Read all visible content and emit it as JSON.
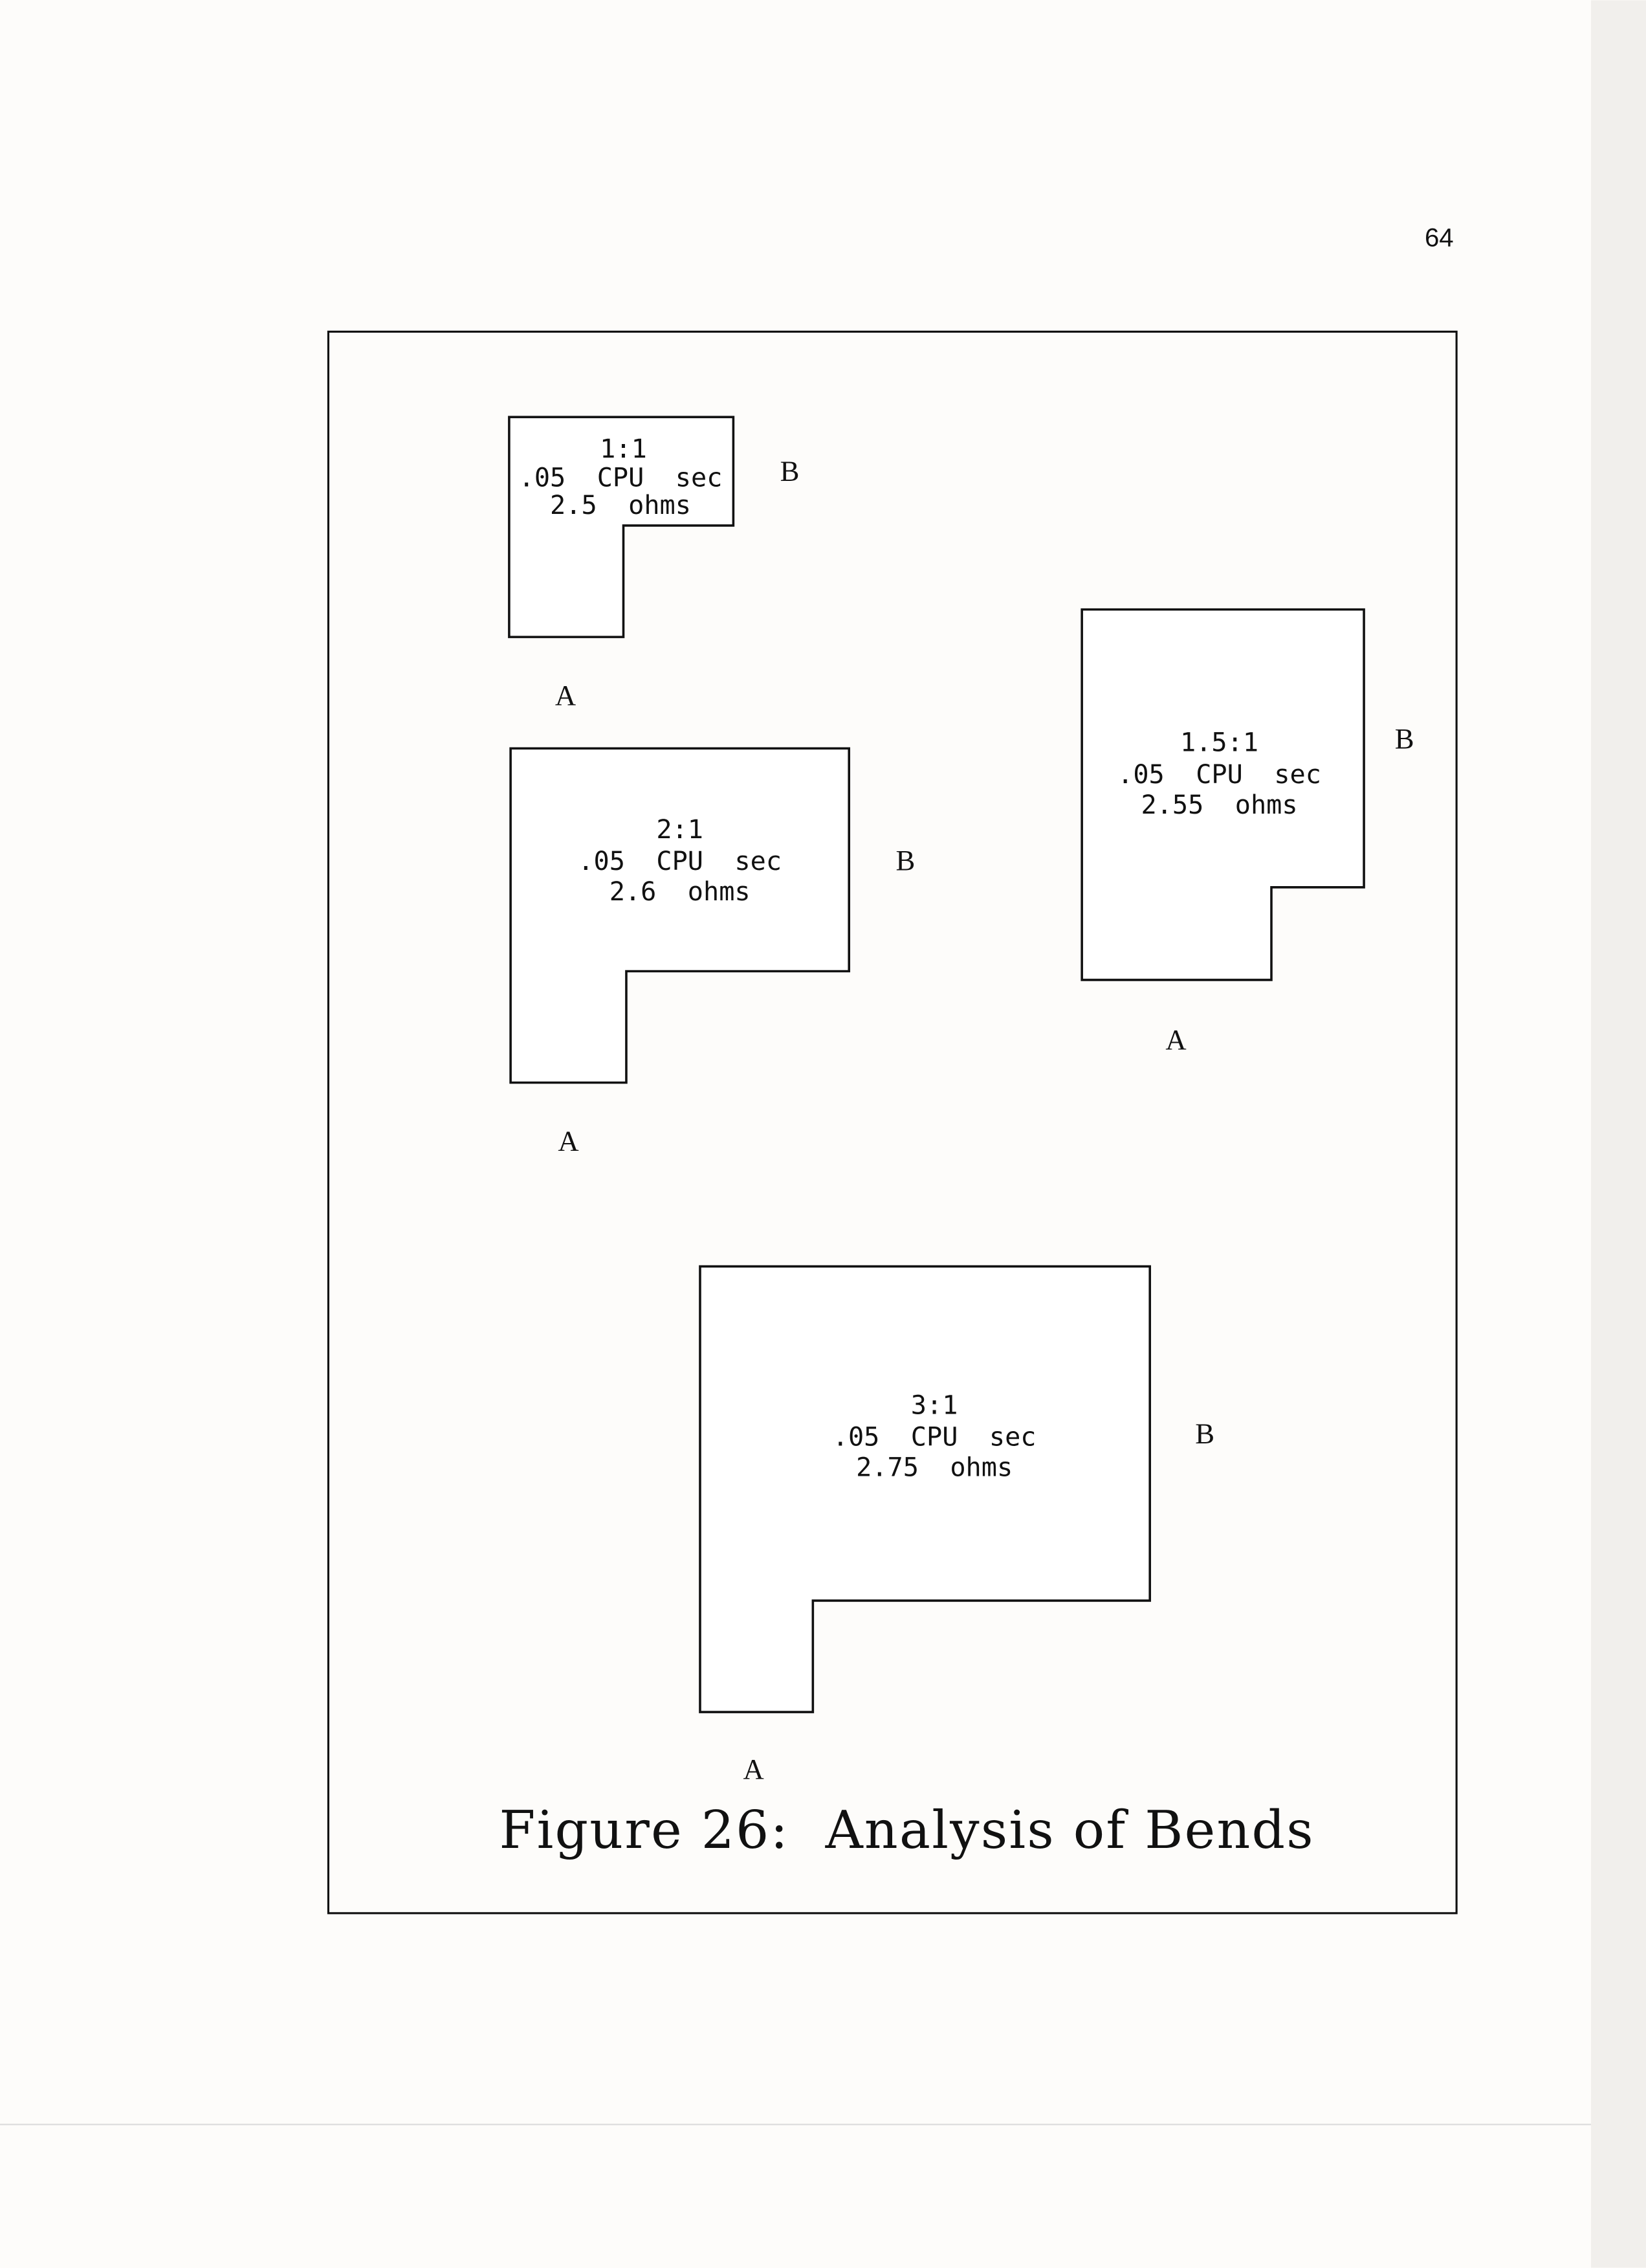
{
  "page_number": "64",
  "caption": "Figure 26:  Analysis of Bends",
  "shapes": [
    {
      "ratio": "1:1",
      "cpu": ".05  CPU  sec",
      "resistance": "2.5  ohms",
      "label_a": "A",
      "label_b": "B"
    },
    {
      "ratio": "2:1",
      "cpu": ".05  CPU  sec",
      "resistance": "2.6  ohms",
      "label_a": "A",
      "label_b": "B"
    },
    {
      "ratio": "1.5:1",
      "cpu": ".05  CPU  sec",
      "resistance": "2.55  ohms",
      "label_a": "A",
      "label_b": "B"
    },
    {
      "ratio": "3:1",
      "cpu": ".05  CPU  sec",
      "resistance": "2.75  ohms",
      "label_a": "A",
      "label_b": "B"
    }
  ],
  "colors": {
    "paper": "#fdfcfa",
    "ink": "#111111"
  }
}
